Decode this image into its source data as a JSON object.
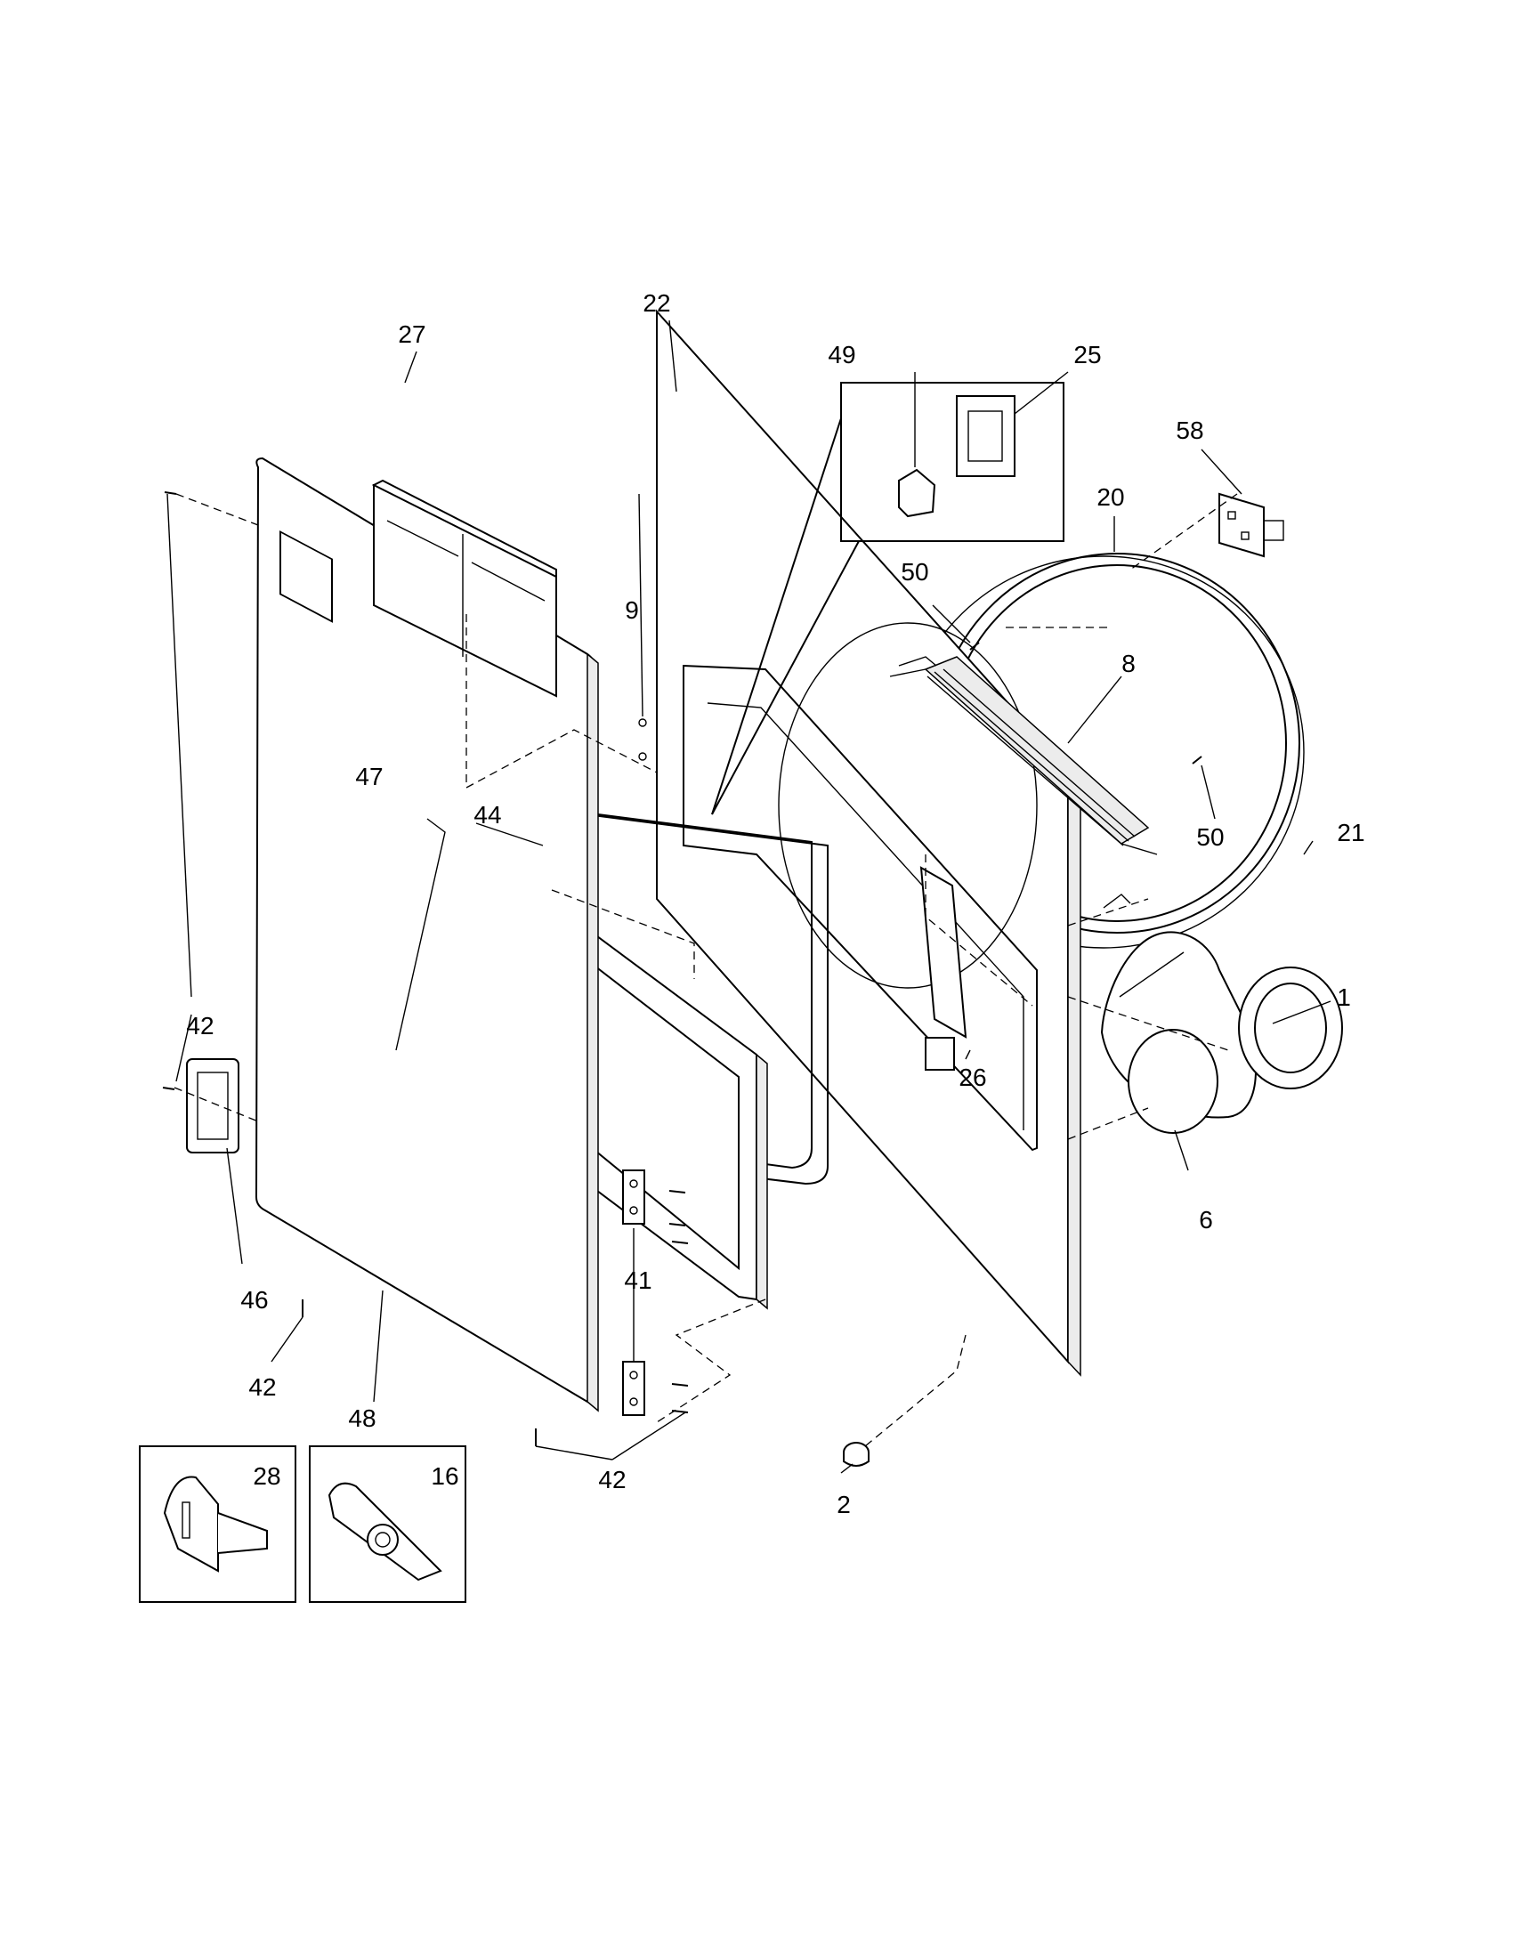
{
  "labels": {
    "p1": "1",
    "p2": "2",
    "p6": "6",
    "p8": "8",
    "p9": "9",
    "p16": "16",
    "p20": "20",
    "p21": "21",
    "p22": "22",
    "p25": "25",
    "p26": "26",
    "p27": "27",
    "p28": "28",
    "p41": "41",
    "p42a": "42",
    "p42b": "42",
    "p42c": "42",
    "p44": "44",
    "p46": "46",
    "p47": "47",
    "p48": "48",
    "p49": "49",
    "p50a": "50",
    "p50b": "50",
    "p58": "58"
  }
}
